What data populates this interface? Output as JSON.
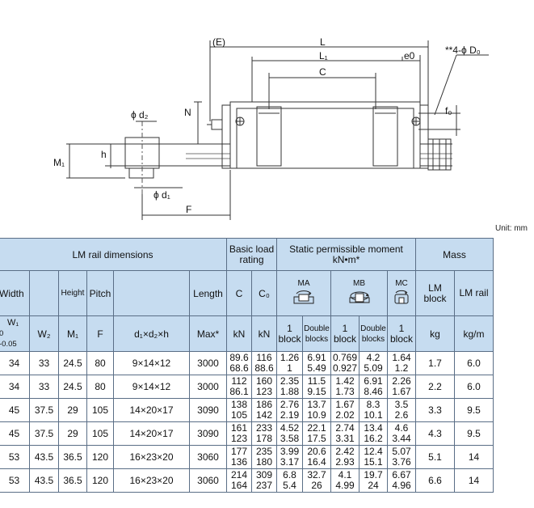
{
  "drawing": {
    "labels": {
      "e": "(E)",
      "l": "L",
      "l1": "L₁",
      "e0": "e0",
      "c": "C",
      "d0": "**4-ϕ D₀",
      "n": "N",
      "f0": "f₀",
      "d2": "ϕ d₂",
      "m1": "M₁",
      "h": "h",
      "d1": "ϕ d₁",
      "f": "F"
    }
  },
  "unit": "Unit: mm",
  "table": {
    "groups": {
      "lm_rail_dimensions": "LM rail dimensions",
      "basic_load_rating": "Basic load rating",
      "static_moment": "Static permissible moment kN•m*",
      "mass": "Mass"
    },
    "headers": {
      "width": "Width",
      "height": "Height",
      "pitch": "Pitch",
      "length": "Length",
      "c": "C",
      "c0": "C₀",
      "ma": "MA",
      "mb": "MB",
      "mc": "MC",
      "lm_block": "LM block",
      "lm_rail": "LM rail",
      "w1_sym": "W₁",
      "w1_tol_a": "0",
      "w1_tol_b": "-0.05",
      "w2": "W₂",
      "m1": "M₁",
      "f": "F",
      "dxdxh": "d₁×d₂×h",
      "max": "Max*",
      "kn_c": "kN",
      "kn_c0": "kN",
      "block_1": "1 block",
      "double_blocks": "Double blocks",
      "block": "block",
      "one": "1",
      "double": "Double",
      "blocks": "blocks",
      "kg": "kg",
      "kgm": "kg/m"
    },
    "rows": [
      {
        "w1": "34",
        "w2": "33",
        "m1": "24.5",
        "f": "80",
        "dims": "9×14×12",
        "len": "3000",
        "c": [
          "89.6",
          "68.6"
        ],
        "c0": [
          "116",
          "88.6"
        ],
        "ma1": [
          "1.26",
          "1"
        ],
        "ma2": [
          "6.91",
          "5.49"
        ],
        "mb1": [
          "0.769",
          "0.927"
        ],
        "mb2": [
          "4.2",
          "5.09"
        ],
        "mc": [
          "1.64",
          "1.2"
        ],
        "mblock": "1.7",
        "mrail": "6.0"
      },
      {
        "w1": "34",
        "w2": "33",
        "m1": "24.5",
        "f": "80",
        "dims": "9×14×12",
        "len": "3000",
        "c": [
          "112",
          "86.1"
        ],
        "c0": [
          "160",
          "123"
        ],
        "ma1": [
          "2.35",
          "1.88"
        ],
        "ma2": [
          "11.5",
          "9.15"
        ],
        "mb1": [
          "1.42",
          "1.73"
        ],
        "mb2": [
          "6.91",
          "8.46"
        ],
        "mc": [
          "2.26",
          "1.67"
        ],
        "mblock": "2.2",
        "mrail": "6.0"
      },
      {
        "w1": "45",
        "w2": "37.5",
        "m1": "29",
        "f": "105",
        "dims": "14×20×17",
        "len": "3090",
        "c": [
          "138",
          "105"
        ],
        "c0": [
          "186",
          "142"
        ],
        "ma1": [
          "2.76",
          "2.19"
        ],
        "ma2": [
          "13.7",
          "10.9"
        ],
        "mb1": [
          "1.67",
          "2.02"
        ],
        "mb2": [
          "8.3",
          "10.1"
        ],
        "mc": [
          "3.5",
          "2.6"
        ],
        "mblock": "3.3",
        "mrail": "9.5"
      },
      {
        "w1": "45",
        "w2": "37.5",
        "m1": "29",
        "f": "105",
        "dims": "14×20×17",
        "len": "3090",
        "c": [
          "161",
          "123"
        ],
        "c0": [
          "233",
          "178"
        ],
        "ma1": [
          "4.52",
          "3.58"
        ],
        "ma2": [
          "22.1",
          "17.5"
        ],
        "mb1": [
          "2.74",
          "3.31"
        ],
        "mb2": [
          "13.4",
          "16.2"
        ],
        "mc": [
          "4.6",
          "3.44"
        ],
        "mblock": "4.3",
        "mrail": "9.5"
      },
      {
        "w1": "53",
        "w2": "43.5",
        "m1": "36.5",
        "f": "120",
        "dims": "16×23×20",
        "len": "3060",
        "c": [
          "177",
          "136"
        ],
        "c0": [
          "235",
          "180"
        ],
        "ma1": [
          "3.99",
          "3.17"
        ],
        "ma2": [
          "20.6",
          "16.4"
        ],
        "mb1": [
          "2.42",
          "2.93"
        ],
        "mb2": [
          "12.4",
          "15.1"
        ],
        "mc": [
          "5.07",
          "3.76"
        ],
        "mblock": "5.1",
        "mrail": "14"
      },
      {
        "w1": "53",
        "w2": "43.5",
        "m1": "36.5",
        "f": "120",
        "dims": "16×23×20",
        "len": "3060",
        "c": [
          "214",
          "164"
        ],
        "c0": [
          "309",
          "237"
        ],
        "ma1": [
          "6.8",
          "5.4"
        ],
        "ma2": [
          "32.7",
          "26"
        ],
        "mb1": [
          "4.1",
          "4.99"
        ],
        "mb2": [
          "19.7",
          "24"
        ],
        "mc": [
          "6.67",
          "4.96"
        ],
        "mblock": "6.6",
        "mrail": "14"
      }
    ]
  }
}
